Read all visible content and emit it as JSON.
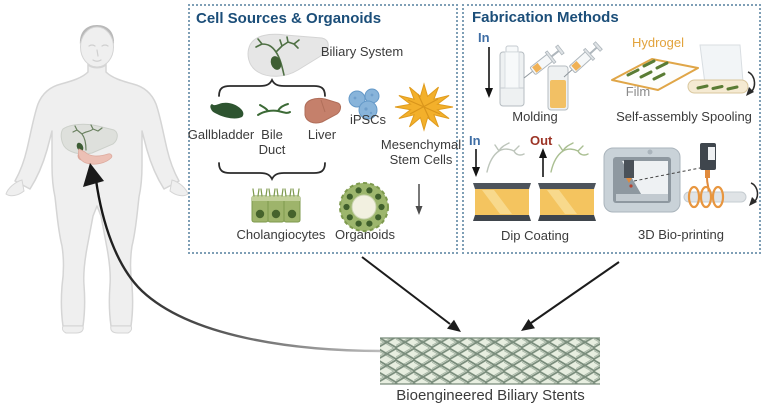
{
  "cell_box": {
    "title": "Cell Sources & Organoids",
    "biliary_system": "Biliary System",
    "gallbladder": "Gallbladder",
    "bile_duct": "Bile Duct",
    "liver": "Liver",
    "ipscs": "iPSCs",
    "msc": "Mesenchymal Stem Cells",
    "cholangiocytes": "Cholangiocytes",
    "organoids": "Organoids"
  },
  "fab_box": {
    "title": "Fabrication Methods",
    "molding_in": "In",
    "molding": "Molding",
    "hydrogel": "Hydrogel",
    "film": "Film",
    "self_assembly": "Self-assembly Spooling",
    "dip_in": "In",
    "dip_out": "Out",
    "dip_coating": "Dip Coating",
    "bioprinting": "3D Bio-printing"
  },
  "stent_label": "Bioengineered Biliary Stents",
  "colors": {
    "title_blue": "#1b4e79",
    "box_border": "#7f9fb6",
    "in_blue": "#3f6ea5",
    "out_red": "#9c3426",
    "hydrogel_orange": "#e2a33c",
    "film_gray": "#8a8a8a",
    "label_dark": "#3b3b3b",
    "stent_green": "#798c7b",
    "organoid_green": "#7e9a4e",
    "msc_yellow": "#f3b02b",
    "ipsc_blue": "#88b4da",
    "liver_salmon": "#c5806b",
    "bath_amber": "#f4c45f"
  }
}
